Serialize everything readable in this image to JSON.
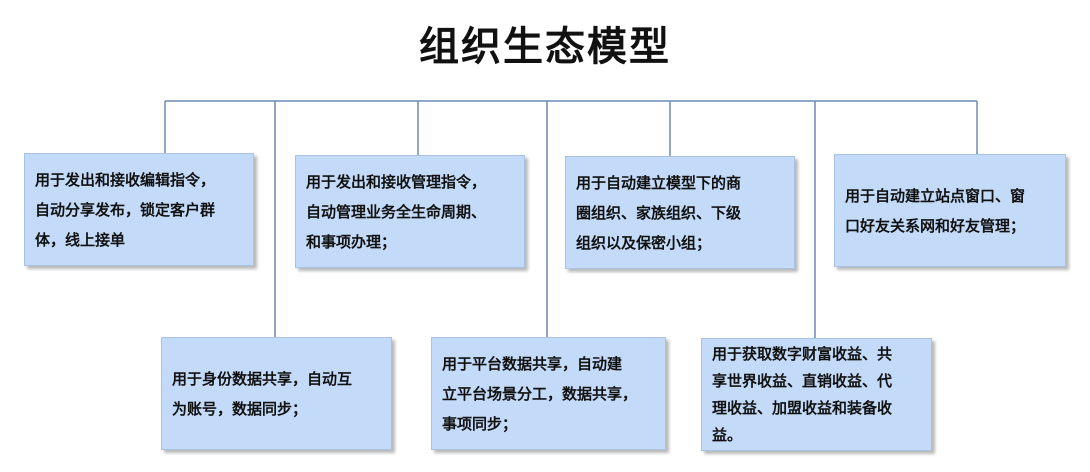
{
  "title": "组织生态模型",
  "colors": {
    "box_fill": "#c3daf8",
    "line": "#6d8cb7"
  },
  "nodes": [
    {
      "id": "top-1",
      "text": "用于发出和接收编辑指令，\n自动分享发布，锁定客户群\n体，线上接单"
    },
    {
      "id": "top-2",
      "text": "用于发出和接收管理指令，\n自动管理业务全生命周期、\n和事项办理；"
    },
    {
      "id": "top-3",
      "text": "用于自动建立模型下的商\n圈组织、家族组织、下级\n组织以及保密小组；"
    },
    {
      "id": "top-4",
      "text": "用于自动建立站点窗口、窗\n口好友关系网和好友管理；"
    },
    {
      "id": "bottom-1",
      "text": "用于身份数据共享，自动互\n为账号，数据同步；"
    },
    {
      "id": "bottom-2",
      "text": "用于平台数据共享，自动建\n立平台场景分工，数据共享，\n事项同步；"
    },
    {
      "id": "bottom-3",
      "text": "用于获取数字财富收益、共\n享世界收益、直销收益、代\n理收益、加盟收益和装备收\n益。"
    }
  ]
}
